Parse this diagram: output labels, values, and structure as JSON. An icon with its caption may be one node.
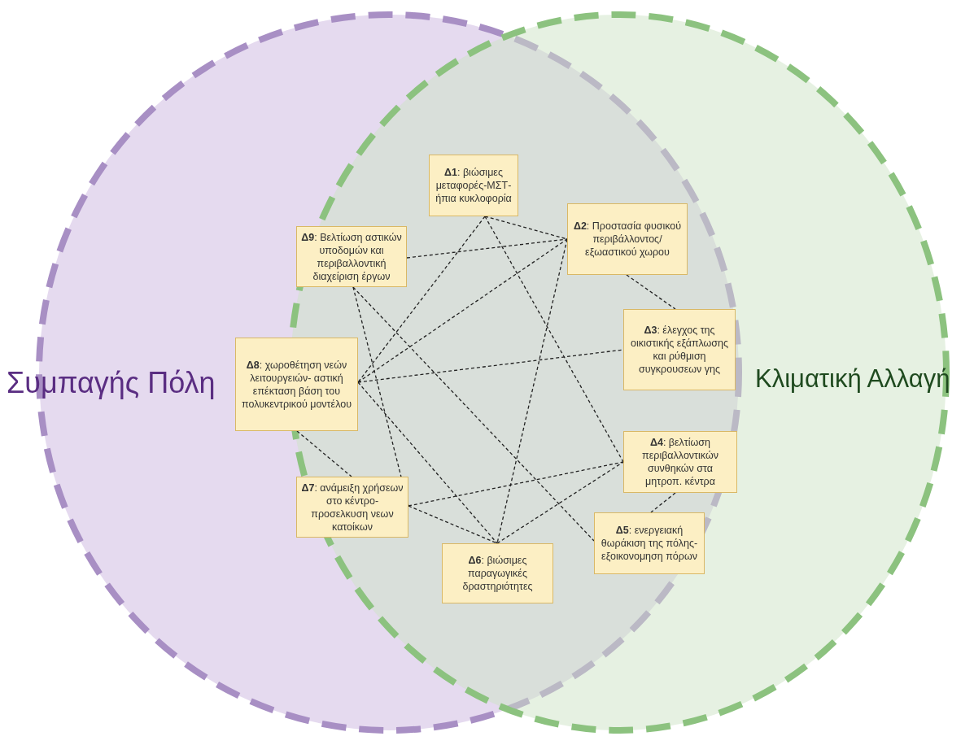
{
  "diagram": {
    "nodes": [
      {
        "text": [
          "Συμπαγής Πόλη"
        ]
      },
      {
        "text": [
          "Κλιματική Αλλαγή"
        ]
      },
      {
        "text": [
          "**Δ1**: βιώσιμες μεταφορές-ΜΣΤ-ήπια κυκλοφορία"
        ]
      },
      {
        "text": [
          "**Δ2**: Προστασία φυσικού περιβάλλοντος/ εξωαστικού χωρου"
        ]
      },
      {
        "text": [
          "**Δ3**: έλεγχος της οικιστικής εξάπλωσης και ρύθμιση συγκρουσεων γης"
        ]
      },
      {
        "text": [
          "**Δ4**: βελτίωση περιβαλλοντικών συνθηκών στα μητροπ. κέντρα"
        ]
      },
      {
        "text": [
          "**Δ5**: ενεργειακή θωράκιση της πόλης- εξοικονομηση πόρων"
        ]
      },
      {
        "text": [
          "**Δ6**: βιώσιμες παραγωγικές δραστηριότητες"
        ]
      },
      {
        "text": [
          "**Δ7**: ανάμειξη χρήσεων στο κέντρο- προσελκυση νεων κατοίκων"
        ]
      },
      {
        "text": [
          "**Δ8**: χωροθέτηση νεών λειτουργειών- αστική επέκταση βάση του πολυκεντρικού μοντέλου"
        ]
      },
      {
        "text": [
          "**Δ9**: Βελτίωση αστικών υποδομών και περιβαλλοντική διαχείριση έργων"
        ]
      }
    ],
    "edges": [
      {
        "from": 2,
        "to": 3,
        "arrow": "none",
        "style": "dashed"
      },
      {
        "from": 2,
        "to": 9,
        "arrow": "none",
        "style": "dashed"
      },
      {
        "from": 2,
        "to": 5,
        "arrow": "none",
        "style": "dashed"
      },
      {
        "from": 10,
        "to": 3,
        "arrow": "none",
        "style": "dashed"
      },
      {
        "from": 9,
        "to": 3,
        "arrow": "none",
        "style": "dashed"
      },
      {
        "from": 3,
        "to": 7,
        "arrow": "none",
        "style": "dashed"
      },
      {
        "from": 3,
        "to": 4,
        "arrow": "none",
        "style": "dashed"
      },
      {
        "from": 9,
        "to": 4,
        "arrow": "none",
        "style": "dashed"
      },
      {
        "from": 9,
        "to": 7,
        "arrow": "none",
        "style": "dashed"
      },
      {
        "from": 9,
        "to": 8,
        "arrow": "none",
        "style": "dashed"
      },
      {
        "from": 10,
        "to": 8,
        "arrow": "none",
        "style": "dashed"
      },
      {
        "from": 10,
        "to": 6,
        "arrow": "none",
        "style": "dashed"
      },
      {
        "from": 8,
        "to": 5,
        "arrow": "none",
        "style": "dashed"
      },
      {
        "from": 7,
        "to": 5,
        "arrow": "none",
        "style": "dashed"
      },
      {
        "from": 8,
        "to": 7,
        "arrow": "none",
        "style": "dashed"
      },
      {
        "from": 5,
        "to": 6,
        "arrow": "none",
        "style": "dashed"
      }
    ]
  }
}
